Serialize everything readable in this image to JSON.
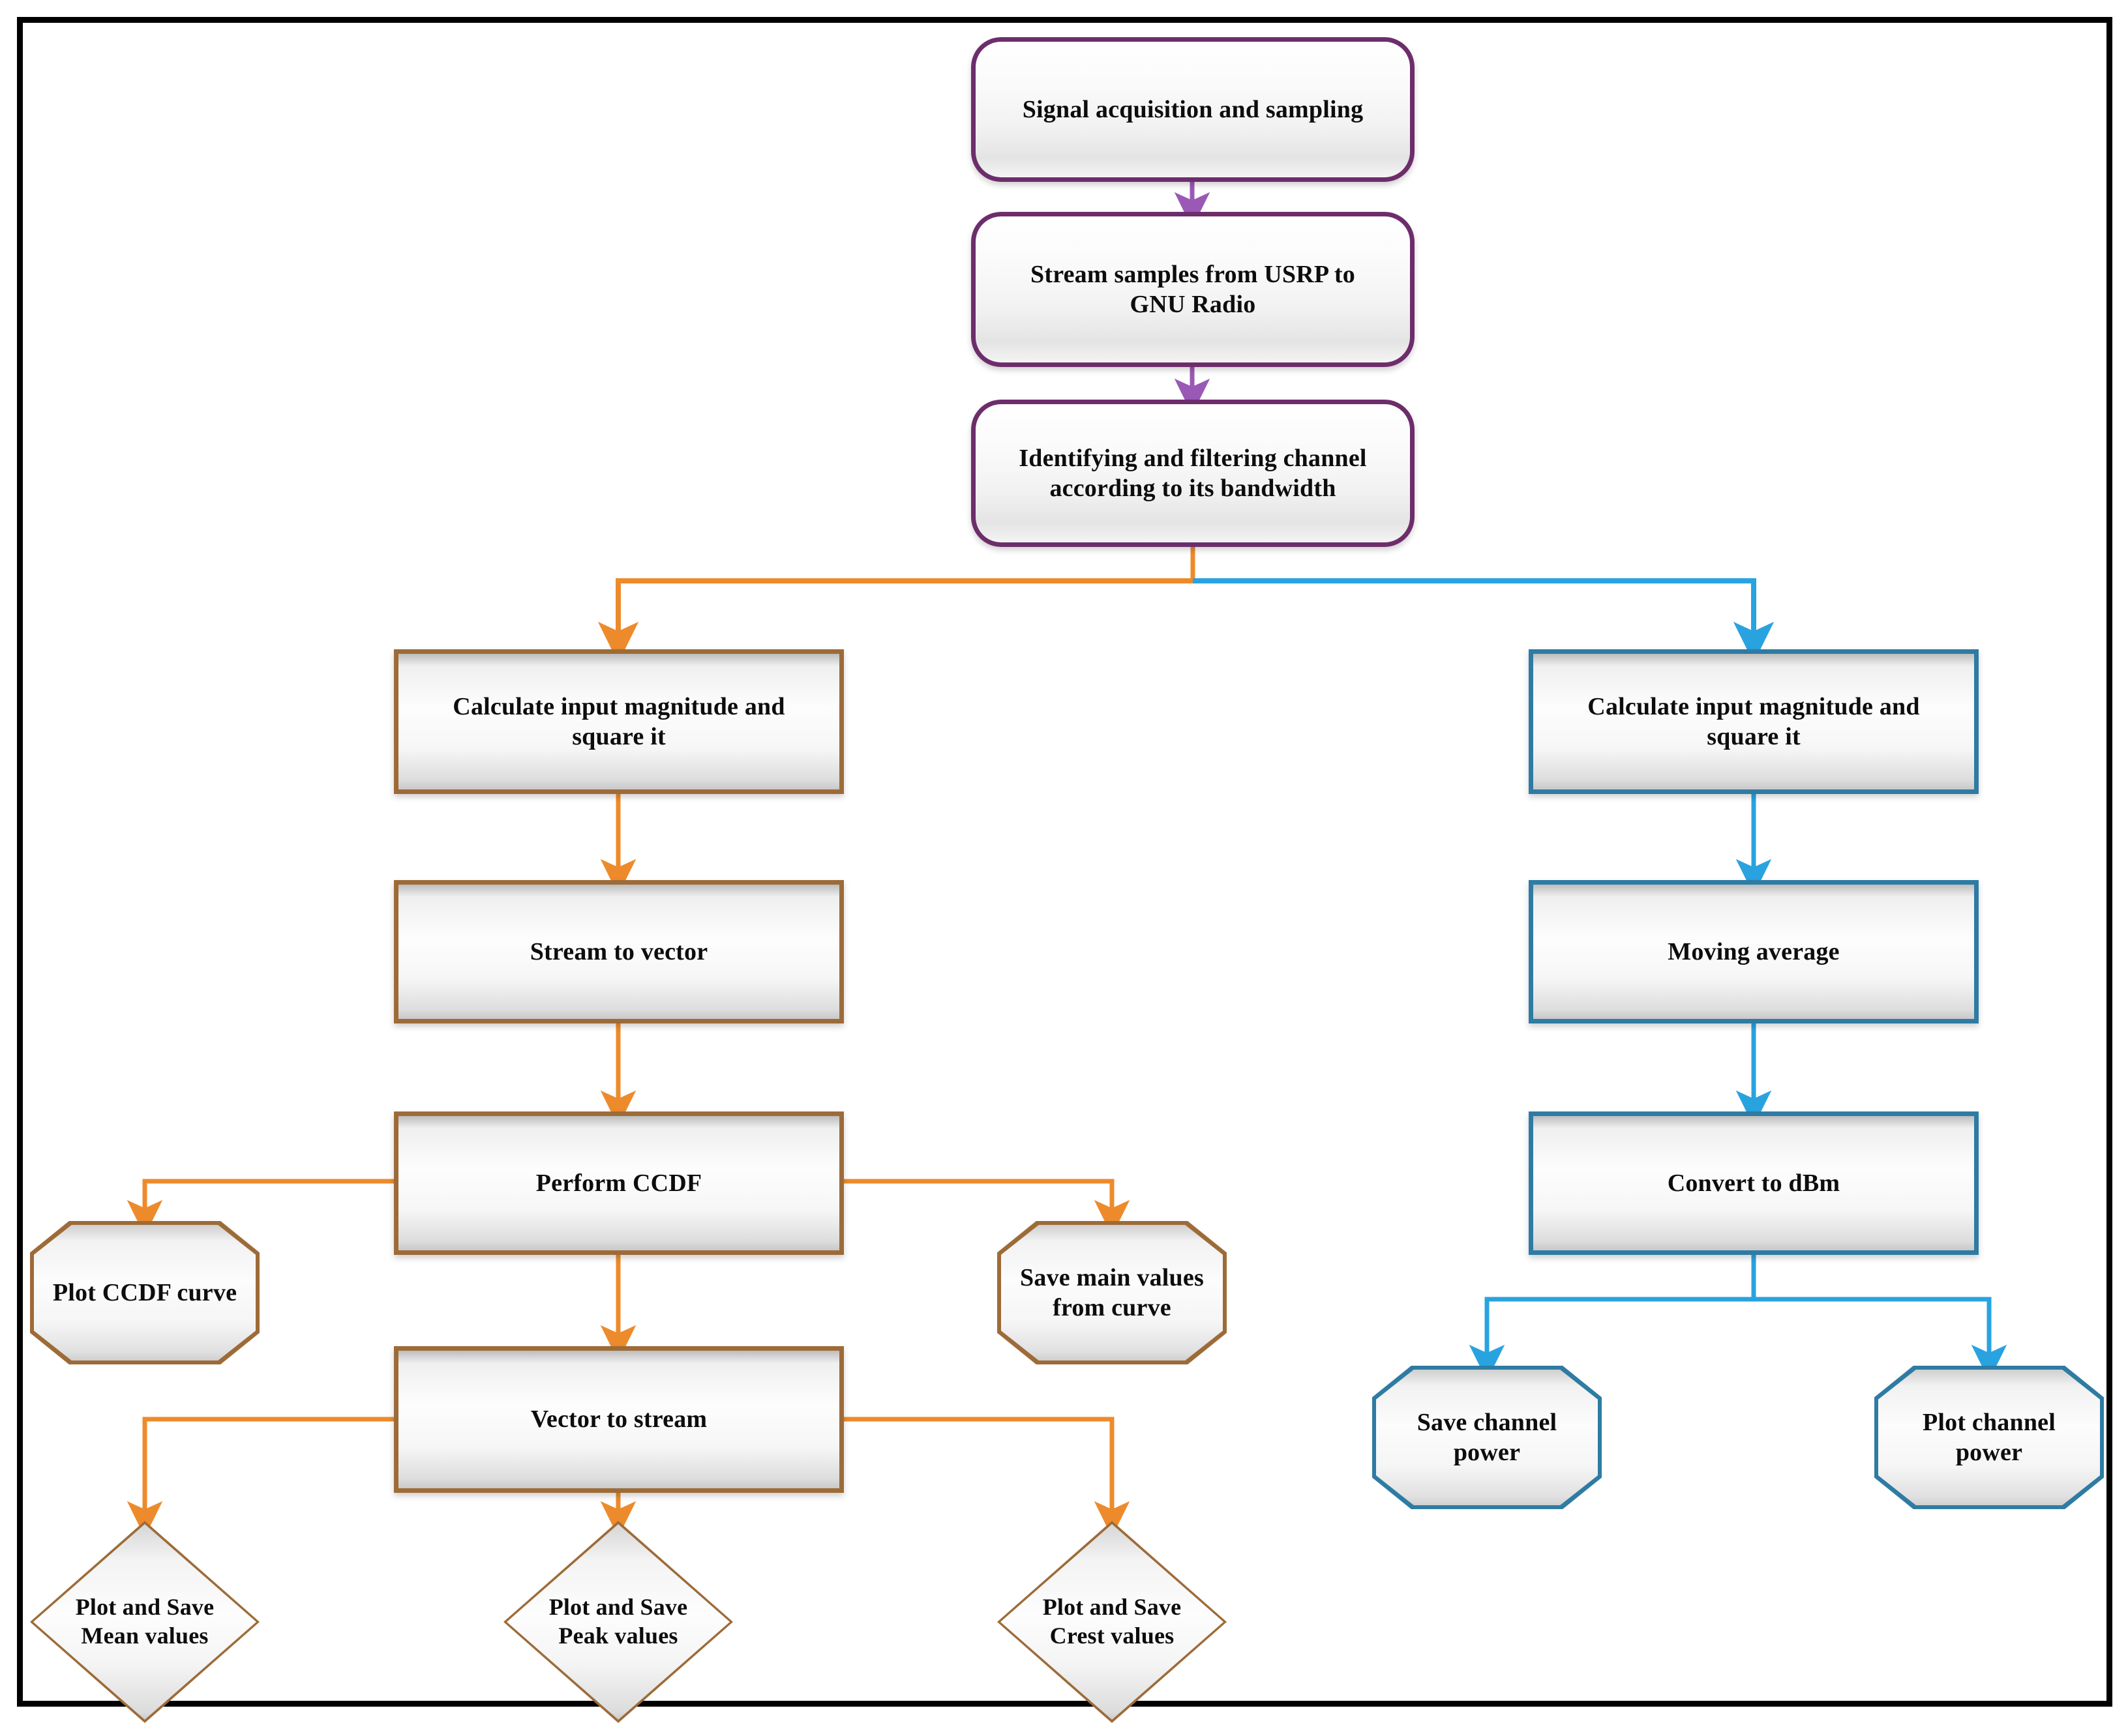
{
  "diagram": {
    "type": "flowchart",
    "title": "",
    "colors": {
      "purple_border": "#6d2d6b",
      "brown_border": "#9d6b38",
      "blue_border": "#2e7ba3",
      "orange_connector": "#ed8b2c",
      "blue_connector": "#29a3e0",
      "purple_connector": "#9b59b6",
      "frame_border": "#000000",
      "node_fill": "#f5f5f5",
      "text": "#0d0d0d"
    },
    "nodes": {
      "signal_acquisition": {
        "label": "Signal acquisition and sampling",
        "shape": "rounded-rectangle",
        "accent": "purple"
      },
      "stream_samples": {
        "label": "Stream samples from USRP to GNU Radio",
        "shape": "rounded-rectangle",
        "accent": "purple"
      },
      "identify_filter": {
        "label": "Identifying and filtering channel according to its bandwidth",
        "shape": "rounded-rectangle",
        "accent": "purple"
      },
      "left_calc_magnitude": {
        "label": "Calculate input magnitude and square it",
        "shape": "rectangle",
        "accent": "brown"
      },
      "stream_to_vector": {
        "label": "Stream to vector",
        "shape": "rectangle",
        "accent": "brown"
      },
      "perform_ccdf": {
        "label": "Perform CCDF",
        "shape": "rectangle",
        "accent": "brown"
      },
      "plot_ccdf_curve": {
        "label": "Plot CCDF curve",
        "shape": "octagon",
        "accent": "brown"
      },
      "save_main_values": {
        "label": "Save main values from curve",
        "shape": "octagon",
        "accent": "brown"
      },
      "vector_to_stream": {
        "label": "Vector to stream",
        "shape": "rectangle",
        "accent": "brown"
      },
      "plot_save_mean": {
        "label": "Plot and Save Mean values",
        "shape": "diamond",
        "accent": "brown"
      },
      "plot_save_peak": {
        "label": "Plot and Save Peak values",
        "shape": "diamond",
        "accent": "brown"
      },
      "plot_save_crest": {
        "label": "Plot and Save Crest values",
        "shape": "diamond",
        "accent": "brown"
      },
      "right_calc_magnitude": {
        "label": "Calculate input magnitude and square it",
        "shape": "rectangle",
        "accent": "blue"
      },
      "moving_average": {
        "label": "Moving average",
        "shape": "rectangle",
        "accent": "blue"
      },
      "convert_to_dbm": {
        "label": "Convert to dBm",
        "shape": "rectangle",
        "accent": "blue"
      },
      "save_channel_power": {
        "label": "Save channel power",
        "shape": "octagon",
        "accent": "blue"
      },
      "plot_channel_power": {
        "label": "Plot channel power",
        "shape": "octagon",
        "accent": "blue"
      }
    },
    "node_lines": {
      "stream_samples": [
        "Stream samples from USRP to",
        "GNU Radio"
      ],
      "identify_filter": [
        "Identifying and filtering channel",
        "according to its bandwidth"
      ],
      "left_calc_magnitude": [
        "Calculate input magnitude and",
        "square it"
      ],
      "right_calc_magnitude": [
        "Calculate input magnitude and",
        "square it"
      ],
      "save_main_values": [
        "Save main values",
        "from curve"
      ],
      "save_channel_power": [
        "Save channel",
        "power"
      ],
      "plot_channel_power": [
        "Plot channel",
        "power"
      ],
      "plot_save_mean": [
        "Plot and Save",
        "Mean values"
      ],
      "plot_save_peak": [
        "Plot and Save",
        "Peak values"
      ],
      "plot_save_crest": [
        "Plot and Save",
        "Crest values"
      ]
    },
    "edges": [
      {
        "from": "signal_acquisition",
        "to": "stream_samples",
        "color": "purple"
      },
      {
        "from": "stream_samples",
        "to": "identify_filter",
        "color": "purple"
      },
      {
        "from": "identify_filter",
        "to": "left_calc_magnitude",
        "color": "orange"
      },
      {
        "from": "identify_filter",
        "to": "right_calc_magnitude",
        "color": "blue"
      },
      {
        "from": "left_calc_magnitude",
        "to": "stream_to_vector",
        "color": "orange"
      },
      {
        "from": "stream_to_vector",
        "to": "perform_ccdf",
        "color": "orange"
      },
      {
        "from": "perform_ccdf",
        "to": "plot_ccdf_curve",
        "color": "orange"
      },
      {
        "from": "perform_ccdf",
        "to": "save_main_values",
        "color": "orange"
      },
      {
        "from": "perform_ccdf",
        "to": "vector_to_stream",
        "color": "orange"
      },
      {
        "from": "vector_to_stream",
        "to": "plot_save_mean",
        "color": "orange"
      },
      {
        "from": "vector_to_stream",
        "to": "plot_save_peak",
        "color": "orange"
      },
      {
        "from": "vector_to_stream",
        "to": "plot_save_crest",
        "color": "orange"
      },
      {
        "from": "right_calc_magnitude",
        "to": "moving_average",
        "color": "blue"
      },
      {
        "from": "moving_average",
        "to": "convert_to_dbm",
        "color": "blue"
      },
      {
        "from": "convert_to_dbm",
        "to": "save_channel_power",
        "color": "blue"
      },
      {
        "from": "convert_to_dbm",
        "to": "plot_channel_power",
        "color": "blue"
      }
    ]
  }
}
